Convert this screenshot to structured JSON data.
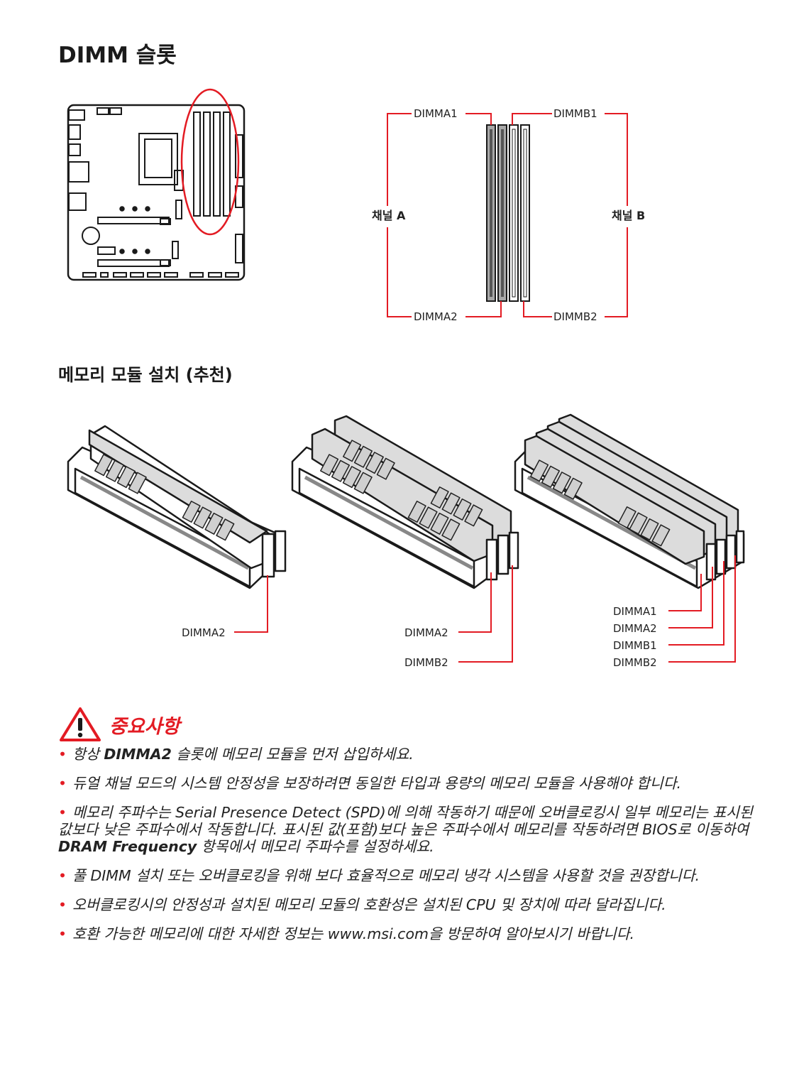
{
  "page": {
    "title": "DIMM 슬롯",
    "subtitle": "메모리 모듈 설치 (추천)"
  },
  "slot_diagram": {
    "labels": {
      "a1": "DIMMA1",
      "b1": "DIMMB1",
      "a2": "DIMMA2",
      "b2": "DIMMB2",
      "channel_a": "채널 A",
      "channel_b": "채널 B"
    }
  },
  "install": {
    "one": {
      "a2": "DIMMA2"
    },
    "two": {
      "a2": "DIMMA2",
      "b2": "DIMMB2"
    },
    "four": {
      "a1": "DIMMA1",
      "a2": "DIMMA2",
      "b1": "DIMMB1",
      "b2": "DIMMB2"
    }
  },
  "notice": {
    "title": "중요사항",
    "items": [
      {
        "t1": "항상 ",
        "b": "DIMMA2",
        "t2": " 슬롯에 메모리 모듈을 먼저 삽입하세요."
      },
      {
        "t1": "듀얼 채널 모드의 시스템 안정성을 보장하려면 동일한 타입과 용량의 메모리 모듈을 사용해야 합니다."
      },
      {
        "t1": "메모리 주파수는 Serial Presence Detect (SPD)에 의해 작동하기 때문에 오버클로킹시 일부 메모리는 표시된 값보다 낮은 주파수에서 작동합니다. 표시된 값(포함)보다 높은 주파수에서 메모리를 작동하려면 BIOS로 이동하여 ",
        "b": "DRAM Frequency",
        "t2": " 항목에서 메모리 주파수를 설정하세요."
      },
      {
        "t1": "풀 DIMM 설치 또는 오버클로킹을 위해 보다 효율적으로 메모리 냉각 시스템을 사용할 것을 권장합니다."
      },
      {
        "t1": "오버클로킹시의 안정성과 설치된 메모리 모듈의 호환성은 설치된 CPU 및 장치에 따라 달라집니다."
      },
      {
        "t1": "호환 가능한 메모리에 대한 자세한 정보는 www.msi.com을 방문하여 알아보시기 바랍니다."
      }
    ]
  },
  "colors": {
    "accent": "#e31b23",
    "line": "#1a1a1a",
    "slot_gray": "#a8a8a8",
    "module_fill": "#dcdcdc"
  }
}
